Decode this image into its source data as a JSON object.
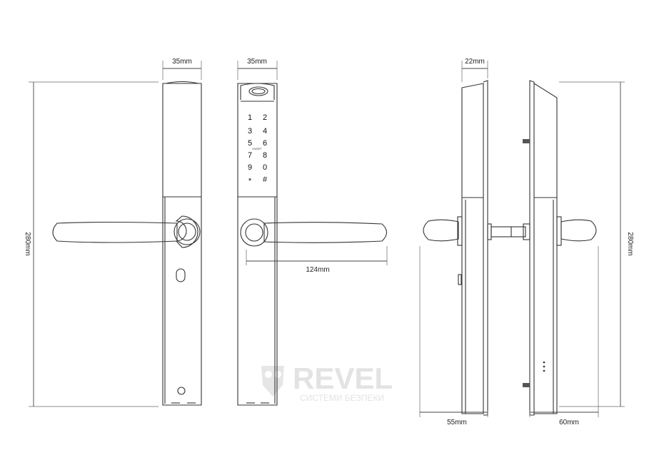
{
  "dimensions": {
    "front_width": "35mm",
    "back_width": "35mm",
    "height_left": "280mm",
    "handle_length": "124mm",
    "side_depth": "22mm",
    "side_left_total": "55mm",
    "side_right_total": "60mm",
    "height_right": "280mm"
  },
  "keypad": {
    "keys": [
      "1",
      "2",
      "3",
      "4",
      "5",
      "6",
      "7",
      "8",
      "9",
      "0",
      "*",
      "#"
    ],
    "small_label": "ON/OFF"
  },
  "watermark": {
    "brand": "REVEL",
    "tagline": "СИСТЕМИ БЕЗПЕКИ"
  }
}
